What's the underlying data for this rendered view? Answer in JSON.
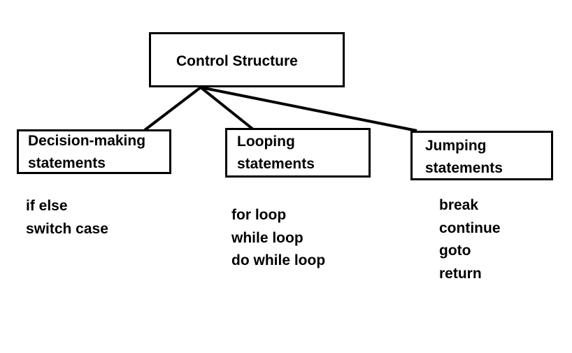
{
  "root": {
    "label": "Control Structure"
  },
  "categories": [
    {
      "key": "decision",
      "line1": "Decision-making",
      "line2": "statements",
      "items": [
        "if else",
        "switch case"
      ]
    },
    {
      "key": "looping",
      "line1": "Looping",
      "line2": "statements",
      "items": [
        "for loop",
        "while loop",
        "do while loop"
      ]
    },
    {
      "key": "jumping",
      "line1": "Jumping",
      "line2": "statements",
      "items": [
        "break",
        "continue",
        "goto",
        "return"
      ]
    }
  ],
  "colors": {
    "line": "#000000",
    "text": "#000000",
    "background": "#ffffff"
  }
}
